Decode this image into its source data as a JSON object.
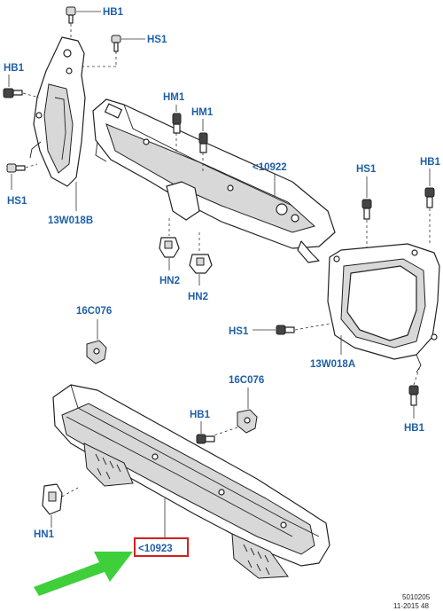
{
  "labels": {
    "hb1_top": "HB1",
    "hs1_top": "HS1",
    "hb1_left": "HB1",
    "hs1_left": "HS1",
    "part_13w018b": "13W018B",
    "hm1_a": "HM1",
    "hm1_b": "HM1",
    "part_10922": "<10922",
    "hs1_right_top": "HS1",
    "hb1_right_top": "HB1",
    "hn2_a": "HN2",
    "hn2_b": "HN2",
    "part_16c076_left": "16C076",
    "hs1_right_mid": "HS1",
    "part_13w018a": "13W018A",
    "part_16c076_mid": "16C076",
    "hb1_mid": "HB1",
    "hb1_right_bottom": "HB1",
    "hn1": "HN1",
    "part_10923": "<10923"
  },
  "footer": {
    "ref_code": "5010205",
    "ref_date": "11-2015 48"
  },
  "colors": {
    "label": "#1f5fa8",
    "highlight_box": "#d21f1f",
    "arrow": "#3fcf3a"
  }
}
